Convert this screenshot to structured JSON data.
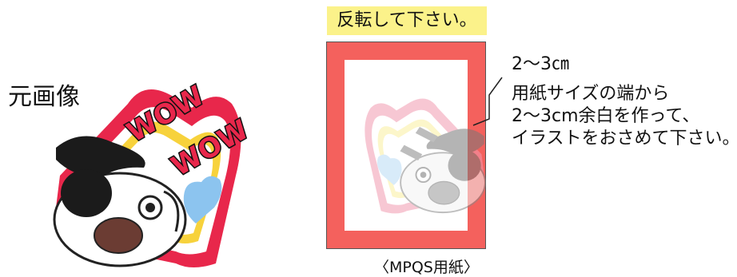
{
  "original_label": "元画像",
  "instruction_banner": "反転して下さい。",
  "margin_size": "2～3㎝",
  "note_lines": [
    "用紙サイズの端から",
    "2～3cm余白を作って、",
    "イラストをおさめて下さい。"
  ],
  "sheet_caption": "〈MPQS用紙〉",
  "illustration": {
    "wow_text": [
      "WOW",
      "WOW"
    ]
  },
  "colors": {
    "banner": "#fbf28a",
    "sheet_border": "#f4615d",
    "heart_outer": "#e8274b",
    "heart_inner": "#f7d23c",
    "small_heart": "#8cc4ef"
  }
}
